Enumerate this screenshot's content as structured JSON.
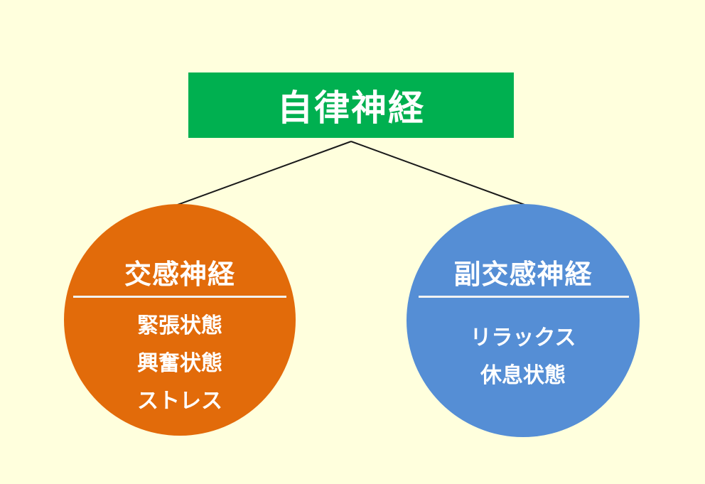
{
  "colors": {
    "background": "#ffffdd",
    "root_fill": "#00b050",
    "left_fill": "#e26b0a",
    "right_fill": "#558ed5",
    "text": "#ffffff",
    "line": "#1a1a1a"
  },
  "root": {
    "label": "自律神経"
  },
  "left": {
    "title": "交感神経",
    "items": [
      "緊張状態",
      "興奮状態",
      "ストレス"
    ]
  },
  "right": {
    "title": "副交感神経",
    "items": [
      "リラックス",
      "休息状態"
    ]
  }
}
